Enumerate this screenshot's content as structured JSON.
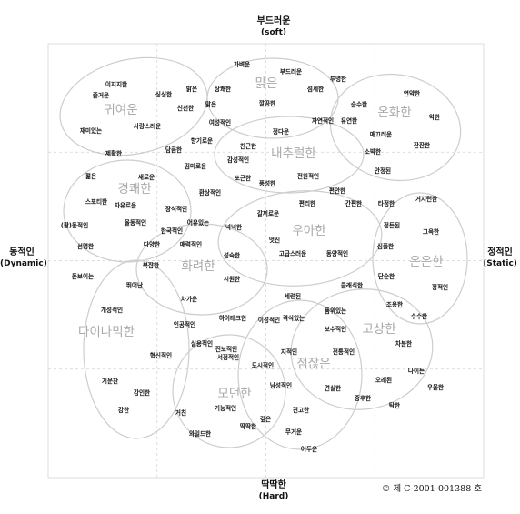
{
  "axes": {
    "top": {
      "label": "부드러운",
      "sub": "(soft)"
    },
    "bottom": {
      "label": "딱딱한",
      "sub": "(Hard)"
    },
    "left": {
      "label": "동적인",
      "sub": "(Dynamic)"
    },
    "right": {
      "label": "정적인",
      "sub": "(Static)"
    }
  },
  "copyright": "© 제 C-2001-001388 호",
  "clusters": [
    {
      "id": "cute",
      "label": "귀여운"
    },
    {
      "id": "clear",
      "label": "맑은"
    },
    {
      "id": "mild",
      "label": "온화한"
    },
    {
      "id": "natural",
      "label": "내추럴한"
    },
    {
      "id": "lively",
      "label": "경쾌한"
    },
    {
      "id": "elegant",
      "label": "우아한"
    },
    {
      "id": "calm",
      "label": "은은한"
    },
    {
      "id": "gorgeous",
      "label": "화려한"
    },
    {
      "id": "dynamic",
      "label": "다이나믹한"
    },
    {
      "id": "classic",
      "label": "고상한"
    },
    {
      "id": "decent",
      "label": "점잖은"
    },
    {
      "id": "modern",
      "label": "모던한"
    }
  ],
  "words": [
    "가벼운",
    "부드러운",
    "투명한",
    "이지지한",
    "싱싱한",
    "밝은",
    "상쾌한",
    "섬세한",
    "즐거운",
    "신선한",
    "맑은",
    "깔끔한",
    "연약한",
    "순수한",
    "유연한",
    "악한",
    "재미있는",
    "사랑스러운",
    "여성적인",
    "정다운",
    "자연적인",
    "매끄러운",
    "잔잔한",
    "향기로운",
    "친근한",
    "소박한",
    "제활한",
    "담큼한",
    "감성적인",
    "김미로운",
    "포근한",
    "안정된",
    "젊은",
    "새로운",
    "풍성한",
    "전원적인",
    "환상적인",
    "편안한",
    "타정한",
    "거지런한",
    "스포티한",
    "자유로운",
    "편리한",
    "간편한",
    "장식적인",
    "갈끼로운",
    "(활)동적인",
    "율동적인",
    "어유있는",
    "정든된",
    "그윽한",
    "한국적인",
    "넉넉한",
    "선명한",
    "다양한",
    "매력적인",
    "멋진",
    "동양적인",
    "심플한",
    "성숙한",
    "돋보이는",
    "복잡한",
    "고급스러운",
    "단순한",
    "뛰어난",
    "시원한",
    "클래식한",
    "정적인",
    "차가운",
    "세련된",
    "조용한",
    "개성적인",
    "품위있는",
    "수수한",
    "하이테크한",
    "이성적인",
    "격식있는",
    "인공적인",
    "보수적인",
    "실용적인",
    "차분한",
    "진보적인",
    "지적인",
    "전통적인",
    "혁신적인",
    "서정적인",
    "나이든",
    "도시적인",
    "기운찬",
    "남성적인",
    "오래된",
    "우울한",
    "강인한",
    "견실한",
    "기능적인",
    "중후한",
    "강한",
    "거친",
    "딱딱한",
    "견고한",
    "탁한",
    "깊은",
    "와일드한",
    "무거운",
    "어두운"
  ]
}
